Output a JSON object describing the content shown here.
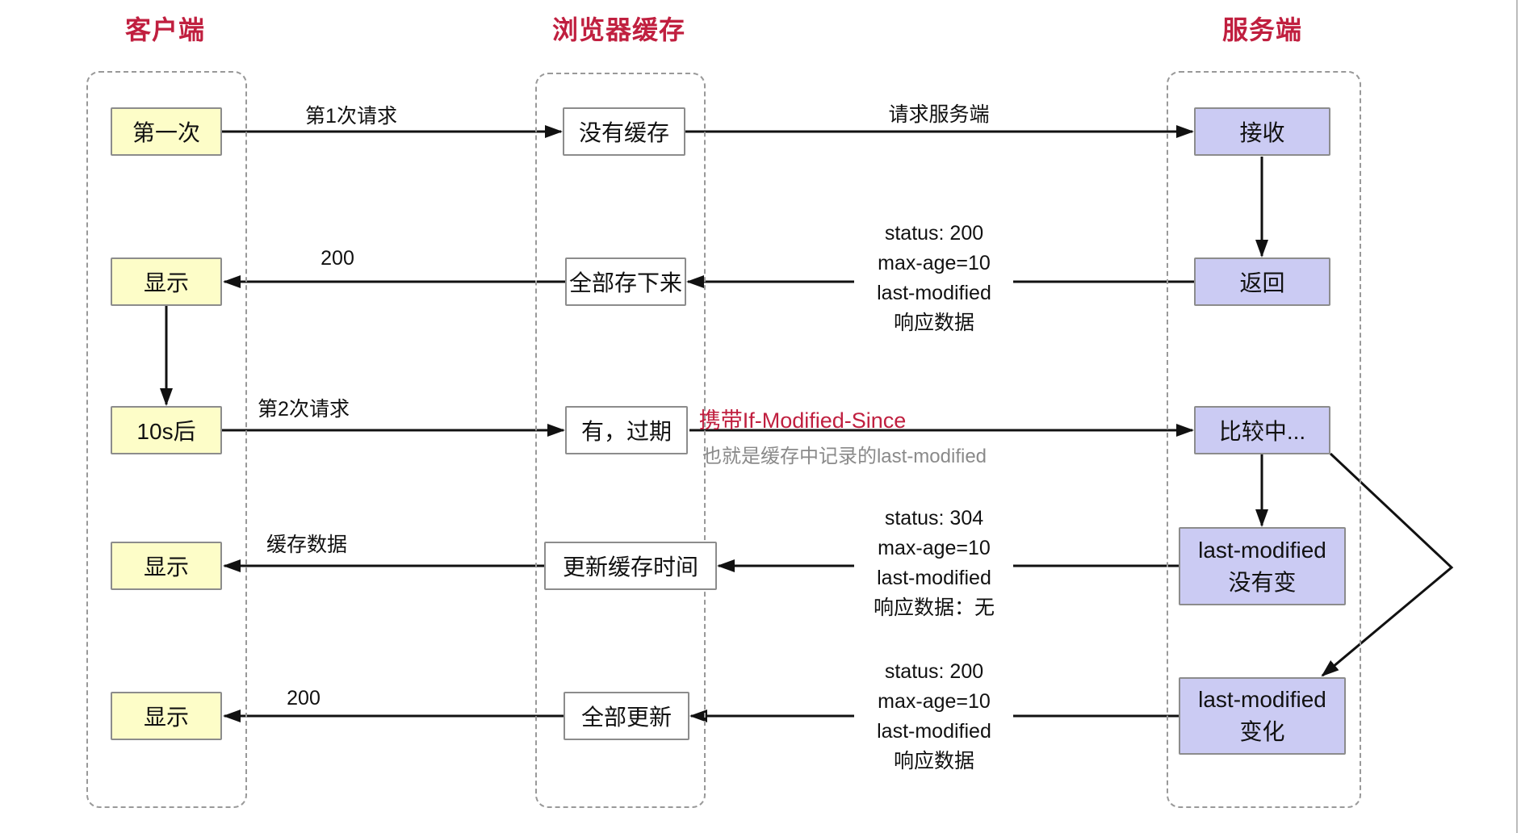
{
  "palette": {
    "header_red": "#C01F3F",
    "sublabel_gray": "#8A8A8A",
    "client_box_fill": "#FDFDC8",
    "cache_box_fill": "#FFFFFF",
    "server_box_fill": "#CBCBF3",
    "box_border": "#8C8C8C",
    "arrow_color": "#111111"
  },
  "columns": {
    "client": {
      "title": "客户端"
    },
    "cache": {
      "title": "浏览器缓存"
    },
    "server": {
      "title": "服务端"
    }
  },
  "client_nodes": [
    "第一次",
    "显示",
    "10s后",
    "显示",
    "显示"
  ],
  "cache_nodes": [
    "没有缓存",
    "全部存下来",
    "有，过期",
    "更新缓存时间",
    "全部更新"
  ],
  "server_nodes": [
    "接收",
    "返回",
    "比较中..."
  ],
  "server_big_nodes": [
    {
      "line1": "last-modified",
      "line2": "没有变"
    },
    {
      "line1": "last-modified",
      "line2": "变化"
    }
  ],
  "edge_labels": {
    "row1_left": "第1次请求",
    "row1_right": "请求服务端",
    "row2_left": "200",
    "row2_right": [
      "status: 200",
      "max-age=10",
      "last-modified",
      "响应数据"
    ],
    "row3_left": "第2次请求",
    "row3_right_main": "携带If-Modified-Since",
    "row3_right_sub": "也就是缓存中记录的last-modified",
    "row4_left": "缓存数据",
    "row4_right": [
      "status: 304",
      "max-age=10",
      "last-modified",
      "响应数据：无"
    ],
    "row5_left": "200",
    "row5_right": [
      "status: 200",
      "max-age=10",
      "last-modified",
      "响应数据"
    ]
  }
}
